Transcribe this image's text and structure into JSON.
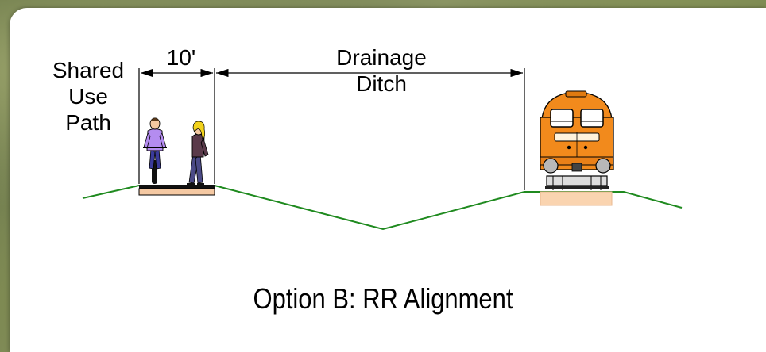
{
  "labels": {
    "shared_use_path": "Shared\nUse\nPath",
    "path_width": "10'",
    "drainage_ditch": "Drainage\nDitch"
  },
  "caption": "Option B: RR Alignment",
  "colors": {
    "ground_line": "#1f8a1f",
    "path_surface": "#f5c9a3",
    "rail_bed": "#fad4b0",
    "locomotive_body": "#f28a1c",
    "cyclist_shirt": "#b48cf0",
    "pedestrian_hair": "#f2d21c"
  },
  "icons": [
    "cyclist-icon",
    "pedestrian-icon",
    "locomotive-icon"
  ]
}
